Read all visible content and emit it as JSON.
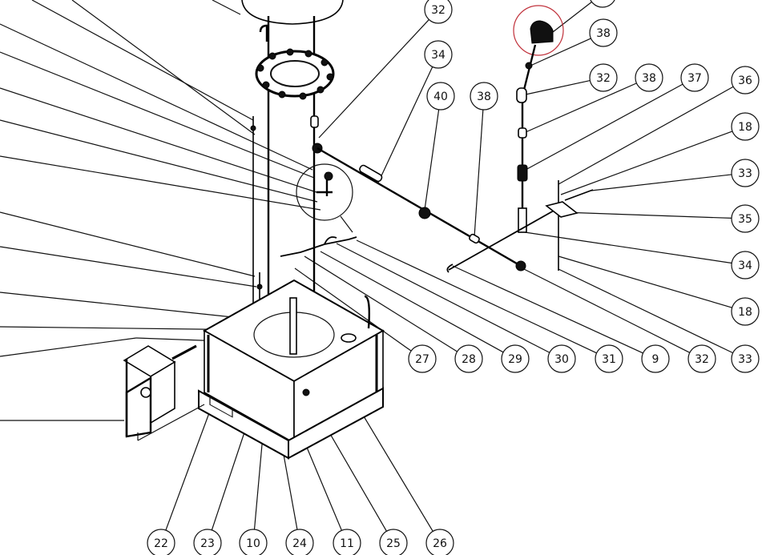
{
  "diagram": {
    "type": "exploded parts diagram",
    "highlight_color": "#c0303a",
    "callouts": [
      "",
      "38",
      "32",
      "38",
      "37",
      "36",
      "18",
      "33",
      "35",
      "34",
      "18",
      "33",
      "32",
      "9",
      "31",
      "30",
      "29",
      "28",
      "27",
      "32",
      "34",
      "40",
      "38",
      "22",
      "23",
      "10",
      "24",
      "11",
      "25",
      "26"
    ]
  }
}
